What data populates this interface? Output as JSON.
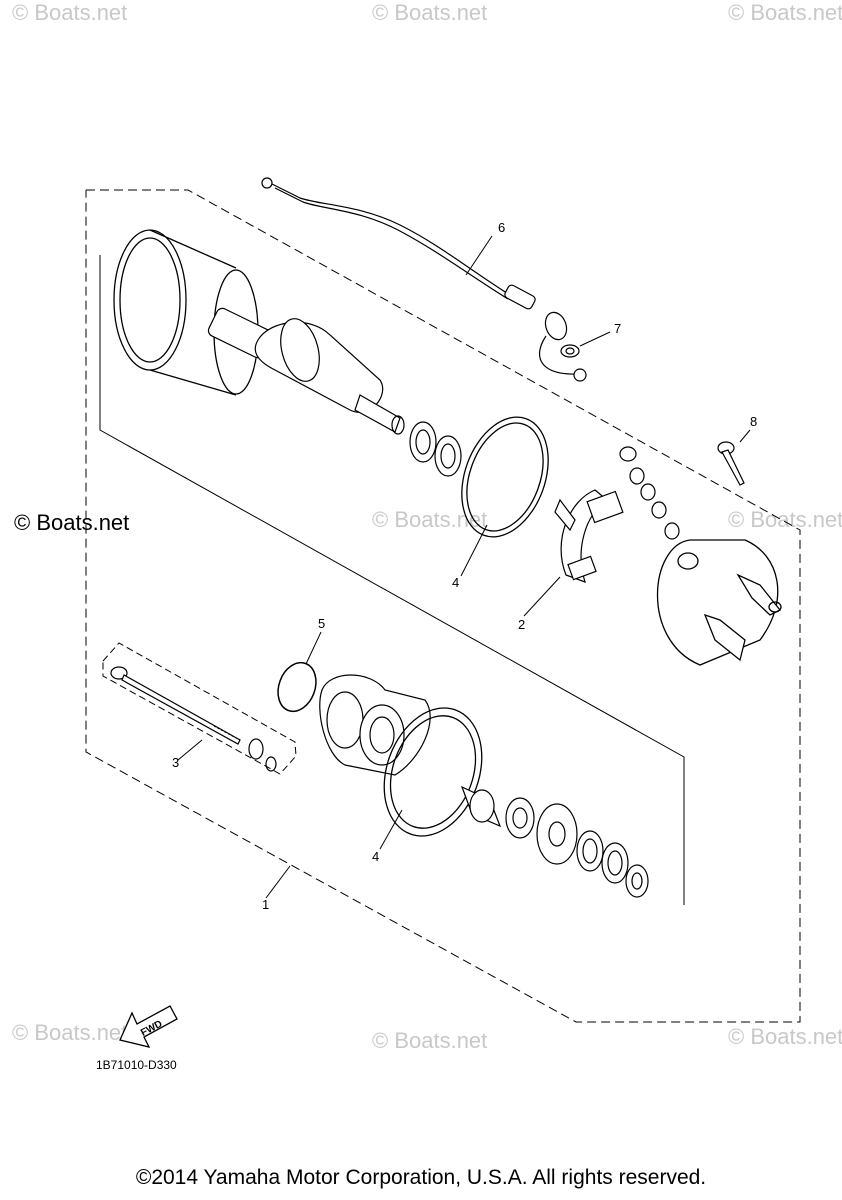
{
  "watermarks": {
    "text": "© Boats.net",
    "side_text": "© Boats.net"
  },
  "callouts": [
    "1",
    "2",
    "3",
    "4",
    "4",
    "5",
    "6",
    "7",
    "8"
  ],
  "direction_label": "FWD",
  "part_number": "1B71010-D330",
  "copyright": "©2014 Yamaha Motor Corporation, U.S.A. All rights reserved.",
  "colors": {
    "line": "#000000",
    "watermark": "#c8c8c8",
    "background": "#ffffff"
  }
}
